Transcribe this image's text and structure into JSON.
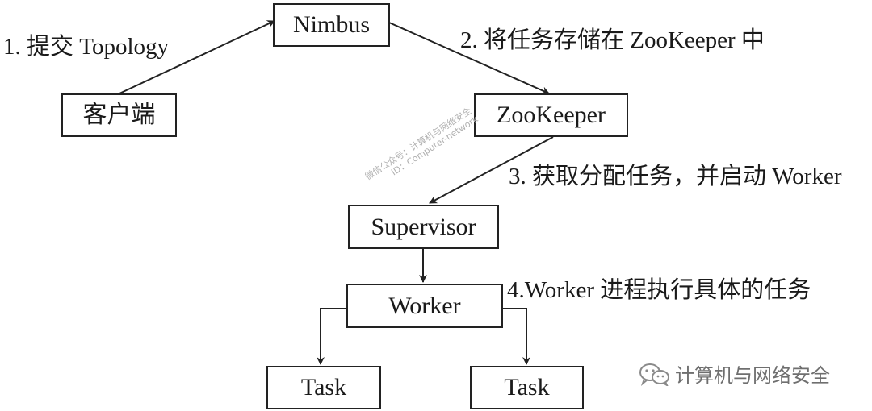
{
  "nodes": {
    "nimbus": "Nimbus",
    "client": "客户端",
    "zookeeper": "ZooKeeper",
    "supervisor": "Supervisor",
    "worker": "Worker",
    "task_left": "Task",
    "task_right": "Task"
  },
  "edge_labels": {
    "submit": "1. 提交 Topology",
    "store": "2. 将任务存储在 ZooKeeper 中",
    "fetch": "3. 获取分配任务，并启动 Worker",
    "execute": "4.Worker 进程执行具体的任务"
  },
  "watermark": {
    "line1": "微信公众号：计算机与网络安全",
    "line2": "ID：Computer-network",
    "brand_text": "计算机与网络安全"
  }
}
